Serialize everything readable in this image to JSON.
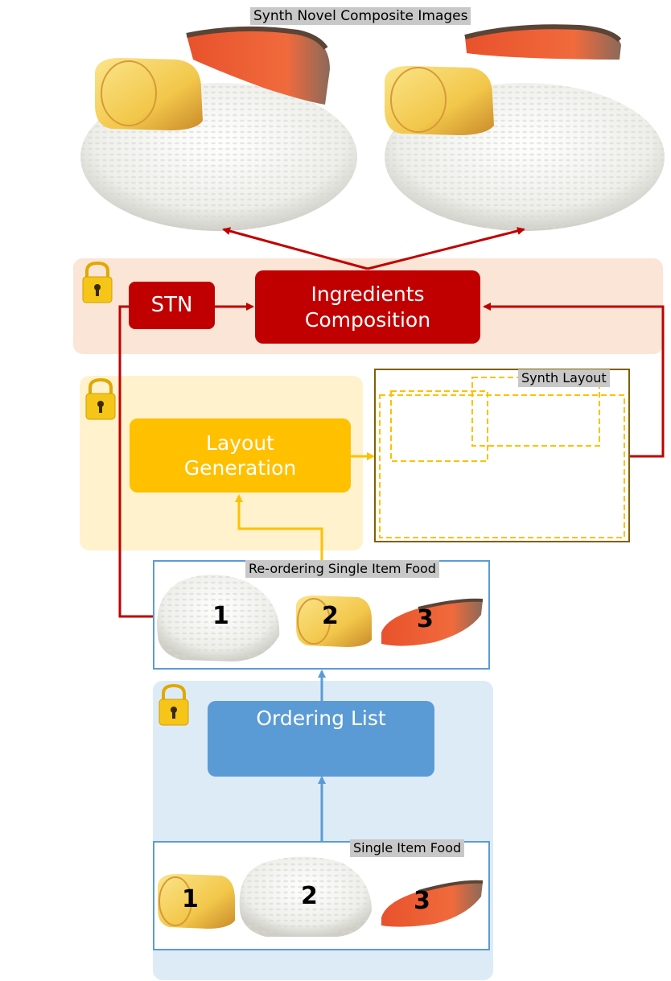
{
  "composite": {
    "title": "Synth Novel Composite Images"
  },
  "synthesis_stage": {
    "stn_label": "STN",
    "composition_label": "Ingredients Composition"
  },
  "layout_stage": {
    "generation_label": "Layout Generation",
    "synth_layout_label": "Synth Layout"
  },
  "reordered": {
    "label": "Re-ordering Single Item Food",
    "numbers": [
      "1",
      "2",
      "3"
    ]
  },
  "ordering_stage": {
    "ordering_label": "Ordering List"
  },
  "single": {
    "label": "Single Item Food",
    "numbers": [
      "1",
      "2",
      "3"
    ]
  },
  "colors": {
    "red_dark": "#c00000",
    "red_panel": "#fbe5d6",
    "yellow": "#ffc000",
    "yellow_panel": "#fff2cc",
    "blue": "#5b9bd5",
    "blue_panel": "#ddebf7",
    "lock": "#f5c518"
  },
  "icons": [
    "lock-icon",
    "document-icon",
    "rice-image",
    "egg-roll-image",
    "salmon-image"
  ]
}
